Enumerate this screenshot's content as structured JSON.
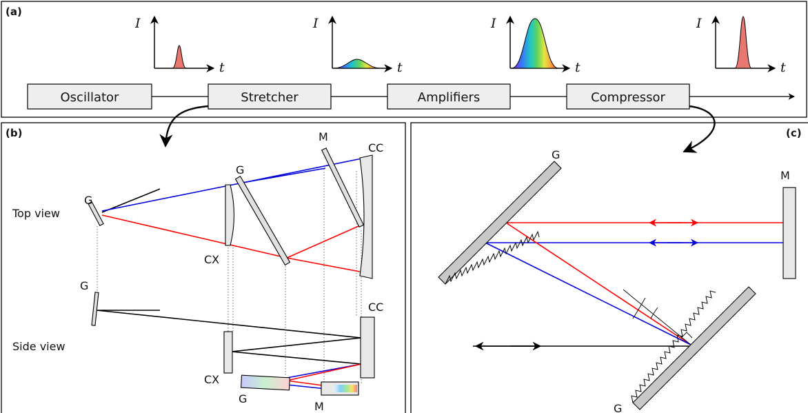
{
  "panels": {
    "a": "(a)",
    "b": "(b)",
    "c": "(c)"
  },
  "chain": {
    "boxes": [
      "Oscillator",
      "Stretcher",
      "Amplifiers",
      "Compressor"
    ]
  },
  "pulse_axes": {
    "y_label": "I",
    "x_label": "t"
  },
  "stretcher": {
    "views": [
      "Top view",
      "Side view"
    ],
    "labels": {
      "g": "G",
      "m": "M",
      "cc": "CC",
      "cx": "CX"
    }
  },
  "compressor": {
    "labels": {
      "g": "G",
      "m": "M"
    }
  },
  "colors": {
    "red": "#ff0000",
    "blue": "#0000dd",
    "box_fill": "#eeeeee",
    "grating_fill": "#c8c8c8"
  }
}
